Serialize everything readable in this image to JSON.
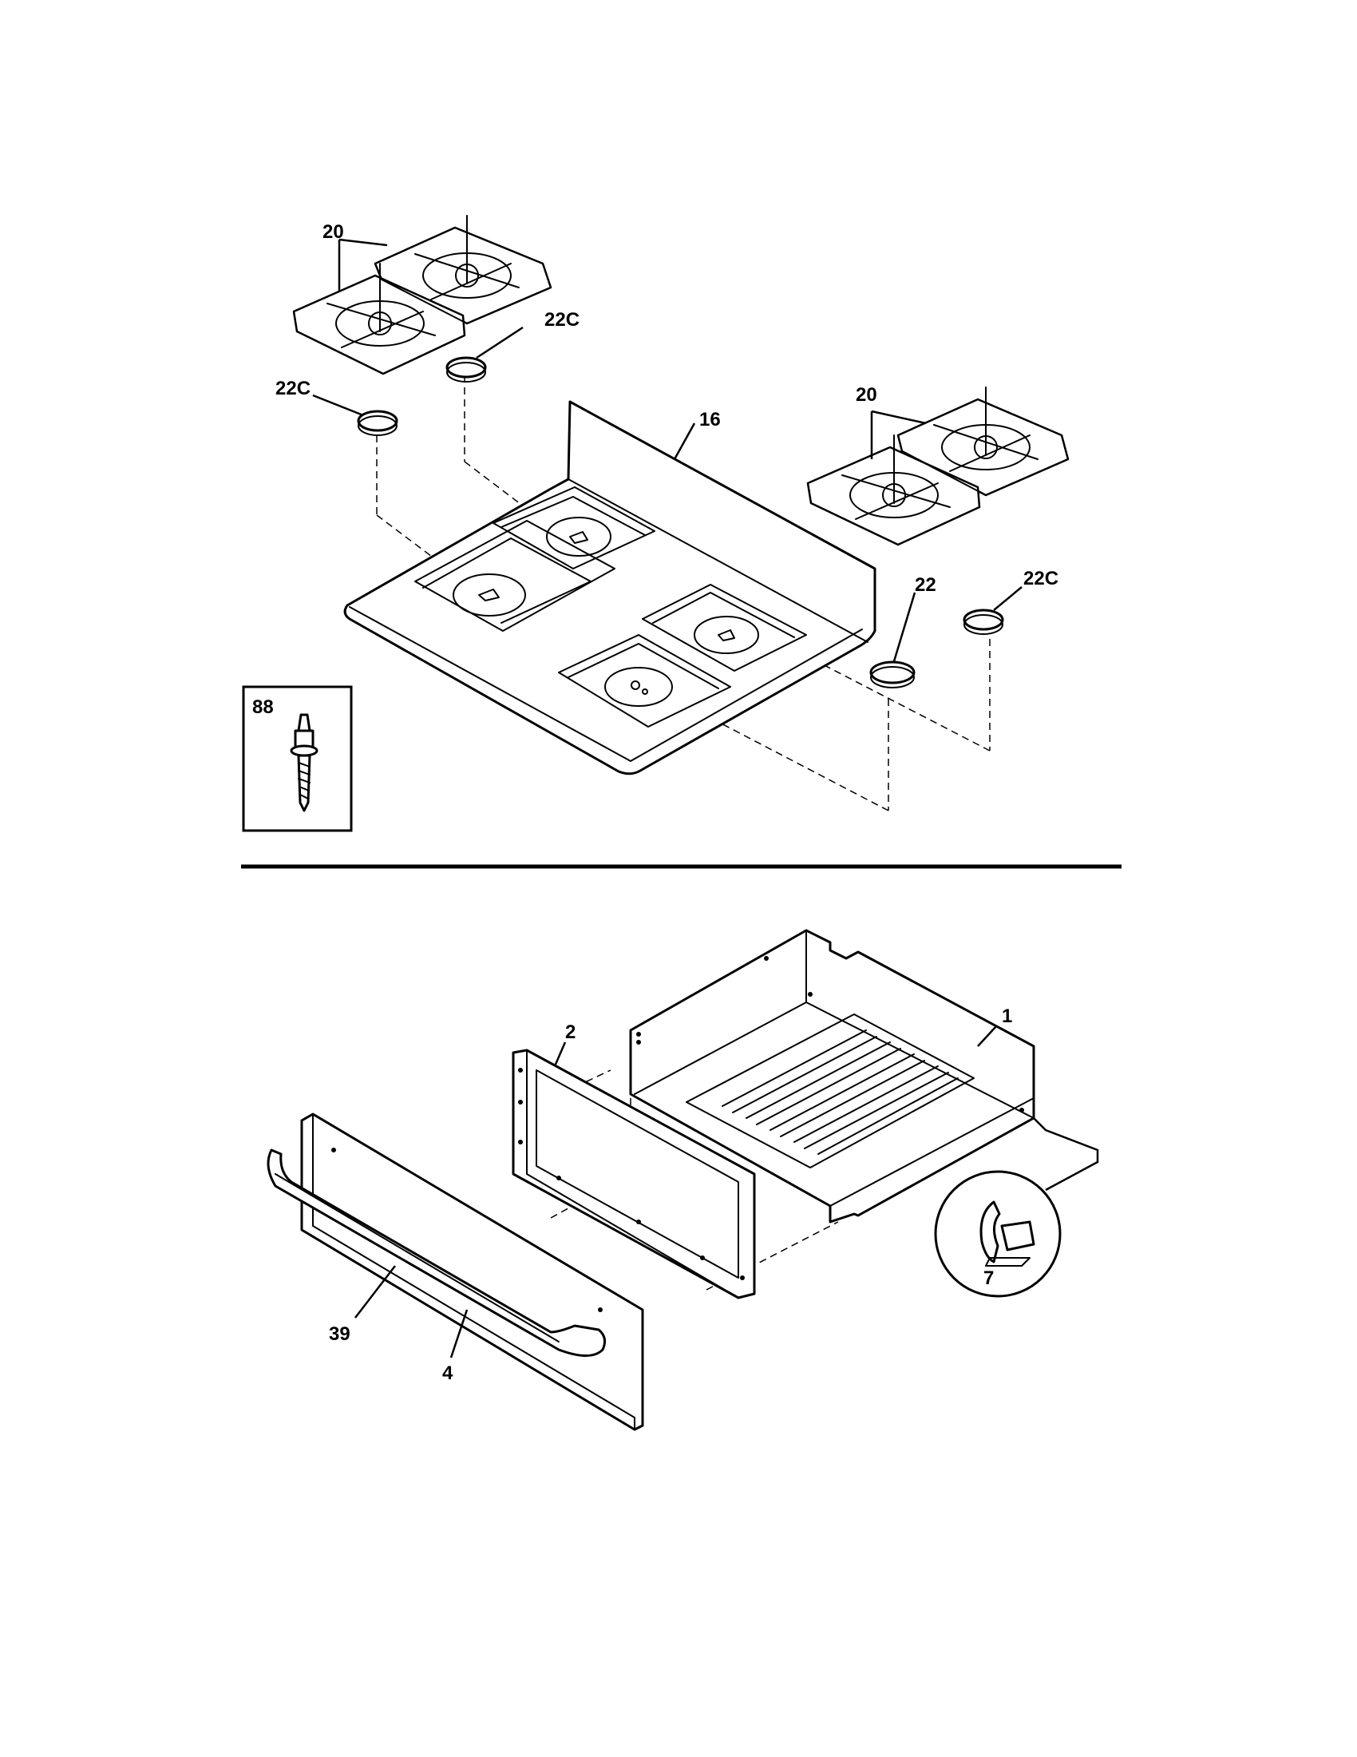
{
  "callouts": {
    "grates_top_left": "20",
    "grates_top_right": "20",
    "cap_top_left_right": "22C",
    "cap_top_left_left": "22C",
    "cooktop": "16",
    "cap_right_large": "22",
    "cap_right_small": "22C",
    "stud": "88",
    "drawer_body": "1",
    "drawer_liner": "2",
    "drawer_front": "4",
    "handle": "39",
    "glide": "7"
  }
}
